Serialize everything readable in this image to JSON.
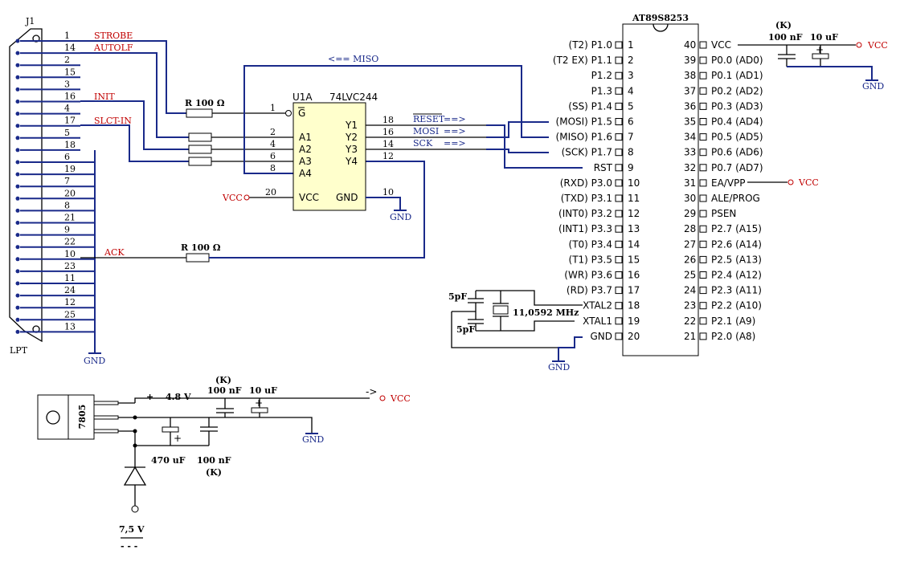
{
  "connector": {
    "ref": "J1",
    "name": "LPT",
    "pins": [
      "1",
      "14",
      "2",
      "15",
      "3",
      "16",
      "4",
      "17",
      "5",
      "18",
      "6",
      "19",
      "7",
      "20",
      "8",
      "21",
      "9",
      "22",
      "10",
      "23",
      "11",
      "24",
      "12",
      "25",
      "13"
    ],
    "signals": {
      "strobe": "STROBE",
      "autolf": "AUTOLF",
      "init": "INIT",
      "slctin": "SLCT-IN",
      "ack": "ACK"
    }
  },
  "buffer": {
    "ref": "U1A",
    "part": "74LVC244",
    "oe": "G",
    "inputs": [
      "A1",
      "A2",
      "A3",
      "A4"
    ],
    "outputs": [
      "Y1",
      "Y2",
      "Y3",
      "Y4"
    ],
    "vcc": "VCC",
    "gnd": "GND",
    "pin_oe": "1",
    "pins_in": [
      "2",
      "4",
      "6",
      "8"
    ],
    "pins_out": [
      "18",
      "16",
      "14",
      "12"
    ],
    "pin_vcc": "20",
    "pin_gnd": "10"
  },
  "resistors": {
    "r_top": "R 100 Ω",
    "r_ack": "R 100 Ω"
  },
  "signals": {
    "miso": "<== MISO",
    "reset": "RESET",
    "mosi": "MOSI",
    "sck": "SCK",
    "arrow": "==>"
  },
  "mcu": {
    "name": "AT89S8253",
    "left_pins": [
      {
        "n": "1",
        "label": "(T2) P1.0"
      },
      {
        "n": "2",
        "label": "(T2 EX) P1.1"
      },
      {
        "n": "3",
        "label": "P1.2"
      },
      {
        "n": "4",
        "label": "P1.3"
      },
      {
        "n": "5",
        "label": "(SS) P1.4"
      },
      {
        "n": "6",
        "label": "(MOSI) P1.5"
      },
      {
        "n": "7",
        "label": "(MISO) P1.6"
      },
      {
        "n": "8",
        "label": "(SCK) P1.7"
      },
      {
        "n": "9",
        "label": "RST"
      },
      {
        "n": "10",
        "label": "(RXD) P3.0"
      },
      {
        "n": "11",
        "label": "(TXD) P3.1"
      },
      {
        "n": "12",
        "label": "(INT0) P3.2"
      },
      {
        "n": "13",
        "label": "(INT1) P3.3"
      },
      {
        "n": "14",
        "label": "(T0) P3.4"
      },
      {
        "n": "15",
        "label": "(T1) P3.5"
      },
      {
        "n": "16",
        "label": "(WR) P3.6"
      },
      {
        "n": "17",
        "label": "(RD) P3.7"
      },
      {
        "n": "18",
        "label": "XTAL2"
      },
      {
        "n": "19",
        "label": "XTAL1"
      },
      {
        "n": "20",
        "label": "GND"
      }
    ],
    "right_pins": [
      {
        "n": "40",
        "label": "VCC"
      },
      {
        "n": "39",
        "label": "P0.0 (AD0)"
      },
      {
        "n": "38",
        "label": "P0.1 (AD1)"
      },
      {
        "n": "37",
        "label": "P0.2 (AD2)"
      },
      {
        "n": "36",
        "label": "P0.3 (AD3)"
      },
      {
        "n": "35",
        "label": "P0.4 (AD4)"
      },
      {
        "n": "34",
        "label": "P0.5 (AD5)"
      },
      {
        "n": "33",
        "label": "P0.6 (AD6)"
      },
      {
        "n": "32",
        "label": "P0.7 (AD7)"
      },
      {
        "n": "31",
        "label": "EA/VPP"
      },
      {
        "n": "30",
        "label": "ALE/PROG"
      },
      {
        "n": "29",
        "label": "PSEN"
      },
      {
        "n": "28",
        "label": "P2.7 (A15)"
      },
      {
        "n": "27",
        "label": "P2.6 (A14)"
      },
      {
        "n": "26",
        "label": "P2.5 (A13)"
      },
      {
        "n": "25",
        "label": "P2.4 (A12)"
      },
      {
        "n": "24",
        "label": "P2.3 (A11)"
      },
      {
        "n": "23",
        "label": "P2.2 (A10)"
      },
      {
        "n": "22",
        "label": "P2.1 (A9)"
      },
      {
        "n": "21",
        "label": "P2.0 (A8)"
      }
    ]
  },
  "decoupling": {
    "k": "(K)",
    "c1": "100 nF",
    "c2": "10 uF"
  },
  "crystal": {
    "c_top": "5pF",
    "c_bot": "5pF",
    "freq": "11,0592 MHz"
  },
  "supply": {
    "regulator": "7805",
    "out_voltage": "4.8 V",
    "plus": "+",
    "k_top": "(K)",
    "c_top1": "100 nF",
    "c_top2": "10 uF",
    "c_bot1": "470 uF",
    "c_bot2": "100 nF",
    "k_bot": "(K)",
    "arrow": "->",
    "input": "7,5 V",
    "dc": "- - -"
  },
  "power": {
    "vcc": "VCC",
    "gnd": "GND"
  }
}
